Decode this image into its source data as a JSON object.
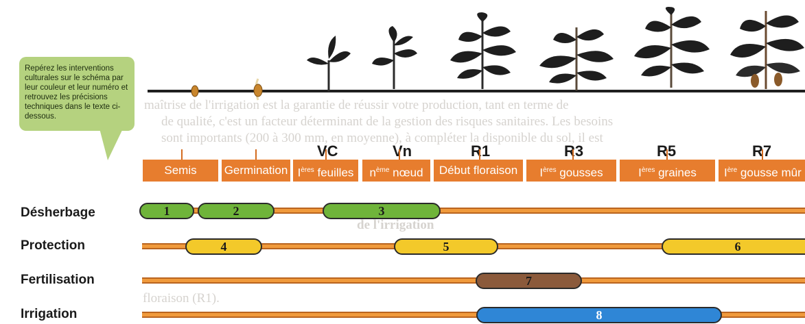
{
  "callout": {
    "text": "Repérez les interventions culturales sur le schéma par leur couleur et leur numéro et retrouvez les précisions techniques dans le texte ci-dessous."
  },
  "stages": [
    {
      "code": "",
      "label": "Semis"
    },
    {
      "code": "",
      "label": "Germination"
    },
    {
      "code": "VC",
      "label_sup": "ères",
      "label_pre": "I",
      "label_post": "feuilles"
    },
    {
      "code": "Vn",
      "label_pre": "n",
      "label_sup": "ème",
      "label_post": "nœud"
    },
    {
      "code": "R1",
      "label": "Début floraison"
    },
    {
      "code": "R3",
      "label_pre": "I",
      "label_sup": "ères",
      "label_post": "gousses"
    },
    {
      "code": "R5",
      "label_pre": "I",
      "label_sup": "ères",
      "label_post": "graines"
    },
    {
      "code": "R7",
      "label_pre": "I",
      "label_sup": "ère",
      "label_post": "gousse mûr"
    }
  ],
  "rows": [
    {
      "label": "Désherbage",
      "color": "#6fb43a",
      "interventions": [
        "1",
        "2",
        "3"
      ]
    },
    {
      "label": "Protection",
      "color": "#f3c92a",
      "interventions": [
        "4",
        "5",
        "6"
      ]
    },
    {
      "label": "Fertilisation",
      "color": "#8b5a3b",
      "interventions": [
        "7"
      ]
    },
    {
      "label": "Irrigation",
      "color": "#2f86d6",
      "interventions": [
        "8"
      ]
    }
  ],
  "background_text": {
    "line1": "maîtrise de l'irrigation est la garantie de réussir votre production, tant en terme de",
    "line2": "de qualité, c'est un facteur déterminant de la gestion des risques sanitaires. Les besoins",
    "line3": "sont importants (200 à 300 mm, en moyenne), à compléter la disponible du sol, il est",
    "line4": "de l'irrigation",
    "line5": "floraison (R1)."
  }
}
